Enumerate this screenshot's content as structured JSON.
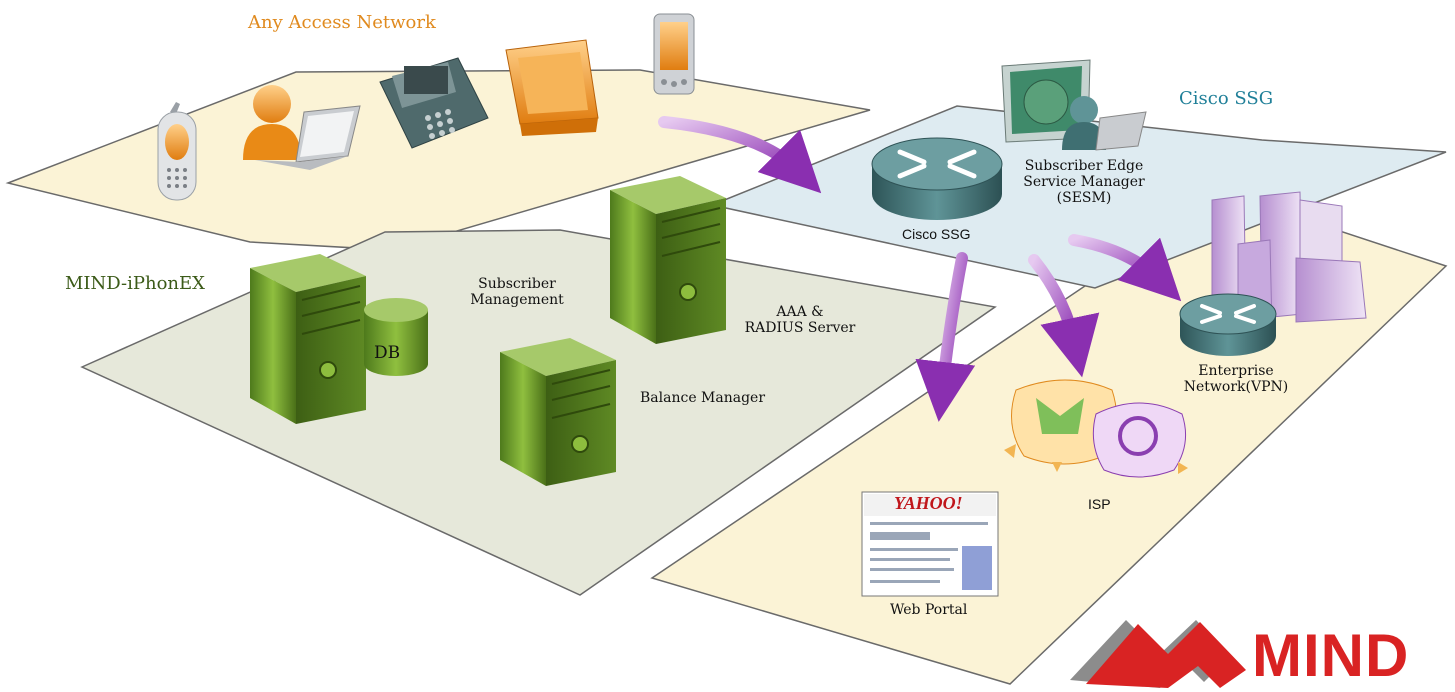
{
  "colors": {
    "access_plane": "#fbf3d6",
    "mind_plane": "#e6e8da",
    "ssg_plane": "#deebf1",
    "service_plane": "#fbf3d6",
    "access_title": "#e08a1e",
    "mind_title": "#3b5a18",
    "ssg_title": "#1f7f98",
    "server_green": "#6f9a2e",
    "router_teal": "#3f6f72",
    "arrow_purple": "#a35cc0",
    "logo_red": "#d92323",
    "logo_gray": "#8c8c8c"
  },
  "planes": {
    "access": {
      "title": "Any Access Network"
    },
    "mind": {
      "title": "MIND-iPhonEX"
    },
    "ssg": {
      "title": "Cisco SSG"
    }
  },
  "nodes": {
    "subscriber_mgmt": {
      "line1": "Subscriber",
      "line2": "Management"
    },
    "db": {
      "label": "DB"
    },
    "aaa": {
      "line1": "AAA &",
      "line2": "RADIUS Server"
    },
    "balance": {
      "label": "Balance Manager"
    },
    "cisco_ssg": {
      "label": "Cisco SSG"
    },
    "sesm": {
      "line1": "Subscriber Edge",
      "line2": "Service Manager",
      "line3": "(SESM)"
    },
    "enterprise": {
      "line1": "Enterprise",
      "line2": "Network(VPN)"
    },
    "isp": {
      "label": "ISP"
    },
    "portal": {
      "label": "Web Portal",
      "screen_brand": "YAHOO!"
    }
  },
  "devices": [
    "cell-phone",
    "user-laptop",
    "ip-phone",
    "monitor",
    "pda"
  ],
  "logo": {
    "text": "MIND"
  }
}
